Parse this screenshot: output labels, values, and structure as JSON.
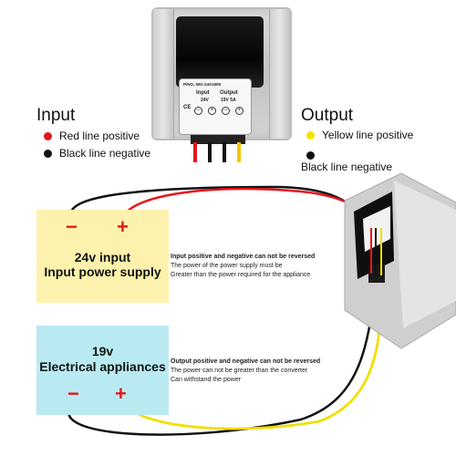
{
  "converter_label": {
    "part_number": "P/NO.:WG-24S1909",
    "ce_mark": "CE",
    "input_title": "Input",
    "input_voltage": "24V",
    "output_title": "Output",
    "output_rating": "19V 5A",
    "pins": [
      "−",
      "+",
      "−",
      "+"
    ]
  },
  "input_legend": {
    "title": "Input",
    "items": [
      {
        "color": "#e5161c",
        "label": "Red line positive"
      },
      {
        "color": "#111111",
        "label": "Black line negative"
      }
    ]
  },
  "output_legend": {
    "title": "Output",
    "items": [
      {
        "color": "#f5e400",
        "label": "Yellow line positive"
      },
      {
        "color": "#111111",
        "label": "Black line negative"
      }
    ]
  },
  "input_box": {
    "line1": "24v input",
    "line2": "Input power supply",
    "minus": "−",
    "plus": "+",
    "color": "#fdf2ad"
  },
  "output_box": {
    "line1": "19v",
    "line2": "Electrical appliances",
    "minus": "−",
    "plus": "+",
    "color": "#b9eaf2"
  },
  "input_note": {
    "heading": "Input positive and negative can not be reversed",
    "line1": "The power of the power supply must be",
    "line2": "Greater than the power required for the appliance"
  },
  "output_note": {
    "heading": "Output positive and negative can not be reversed",
    "line1": "The power can not be greater than the converter",
    "line2": "Can withstand the power"
  },
  "wire_colors": {
    "red": "#e5161c",
    "black": "#111111",
    "yellow": "#f5e400"
  }
}
